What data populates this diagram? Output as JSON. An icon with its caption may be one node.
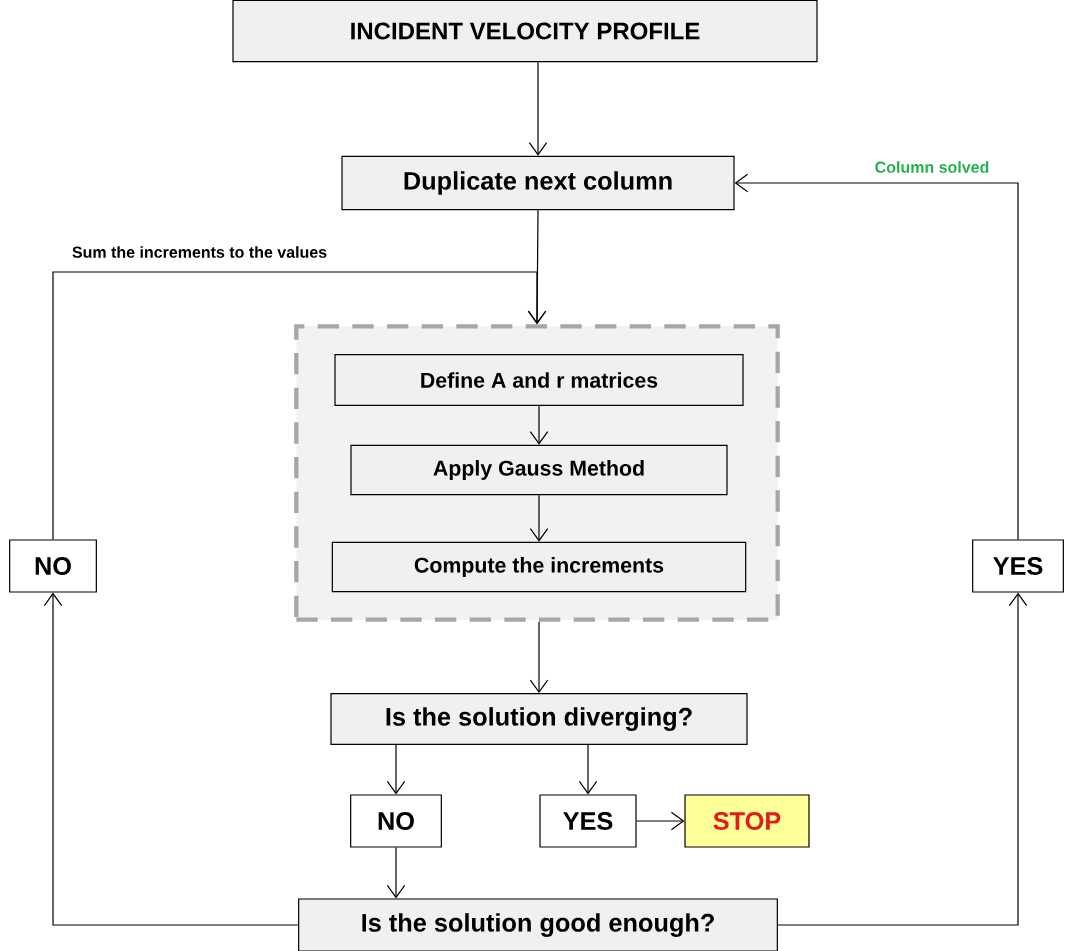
{
  "diagram": {
    "nodes": [
      {
        "text": [
          "INCIDENT VELOCITY PROFILE"
        ]
      },
      {
        "text": [
          "Duplicate next column"
        ]
      },
      {
        "text": [],
        "shape": "box"
      },
      {
        "text": [
          "Define A and r matrices"
        ],
        "in": 2
      },
      {
        "text": [
          "Apply Gauss Method"
        ],
        "in": 2
      },
      {
        "text": [
          "Compute the increments"
        ],
        "in": 2
      },
      {
        "text": [
          "Is the solution diverging?"
        ]
      },
      {
        "text": [
          "NO"
        ]
      },
      {
        "text": [
          "YES"
        ]
      },
      {
        "text": [
          "STOP"
        ]
      },
      {
        "text": [
          "Is the solution good enough?"
        ]
      },
      {
        "text": [
          "NO"
        ]
      },
      {
        "text": [
          "YES"
        ]
      }
    ],
    "edges": [
      {
        "from": 0,
        "to": 1,
        "arrow": "to"
      },
      {
        "from": 1,
        "to": 2,
        "arrow": "to"
      },
      {
        "from": 3,
        "to": 4,
        "arrow": "to"
      },
      {
        "from": 4,
        "to": 5,
        "arrow": "to"
      },
      {
        "from": 2,
        "to": 6,
        "arrow": "to"
      },
      {
        "from": 6,
        "to": 7,
        "arrow": "to"
      },
      {
        "from": 6,
        "to": 8,
        "arrow": "to"
      },
      {
        "from": 8,
        "to": 9,
        "arrow": "to"
      },
      {
        "from": 7,
        "to": 10,
        "arrow": "to"
      },
      {
        "from": 10,
        "to": 11,
        "arrow": "to"
      },
      {
        "from": 10,
        "to": 12,
        "arrow": "to"
      },
      {
        "from": 11,
        "to": 2,
        "arrow": "to",
        "label": "Sum the increments to the values"
      },
      {
        "from": 12,
        "to": 1,
        "arrow": "to",
        "label": "Column solved"
      }
    ]
  }
}
